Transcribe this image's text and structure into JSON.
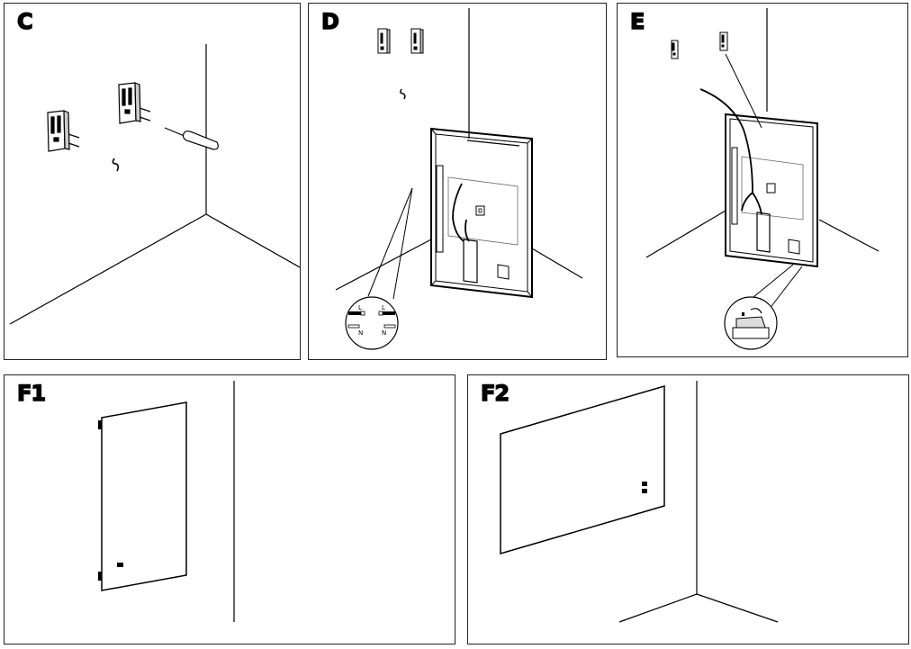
{
  "panels": {
    "c": {
      "label": "C"
    },
    "d": {
      "label": "D",
      "wire_labels": {
        "left_l": "L",
        "left_n": "N",
        "right_l": "L",
        "right_n": "N"
      }
    },
    "e": {
      "label": "E"
    },
    "f1": {
      "label": "F1"
    },
    "f2": {
      "label": "F2"
    }
  }
}
